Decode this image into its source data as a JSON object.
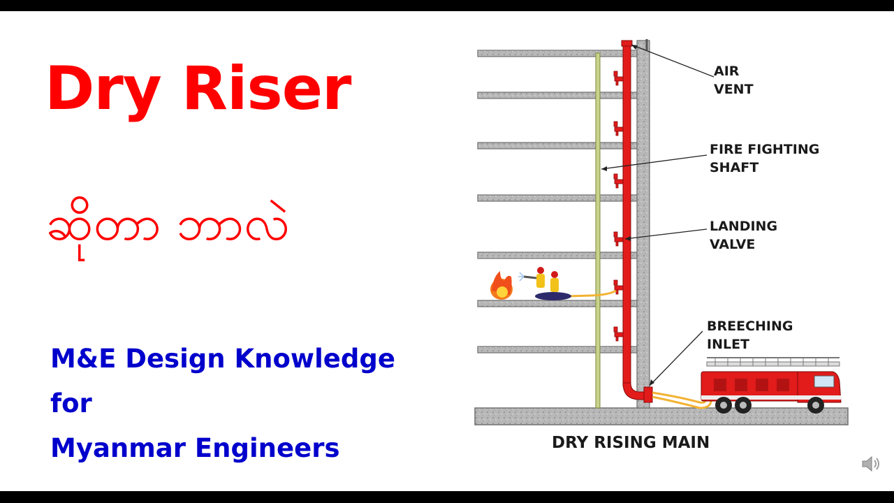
{
  "slide": {
    "title": "Dry Riser",
    "subtitle": "ဆိုတာ ဘာလဲ",
    "tagline_1": "M&E Design Knowledge",
    "tagline_2": "for",
    "tagline_3": "Myanmar Engineers"
  },
  "diagram": {
    "caption": "DRY RISING MAIN",
    "labels": {
      "air_vent_1": "AIR",
      "air_vent_2": "VENT",
      "shaft_1": "FIRE FIGHTING",
      "shaft_2": "SHAFT",
      "valve_1": "LANDING",
      "valve_2": "VALVE",
      "inlet_1": "BREECHING",
      "inlet_2": "INLET"
    }
  },
  "colors": {
    "title": "#ff0000",
    "tagline": "#0000cc",
    "riser_pipe": "#e21b1b",
    "shaft_line": "#c9d38a",
    "concrete": "#b5b5b5"
  },
  "icons": [
    "fire-icon",
    "firefighters-icon",
    "fire-engine-icon",
    "speaker-icon"
  ]
}
